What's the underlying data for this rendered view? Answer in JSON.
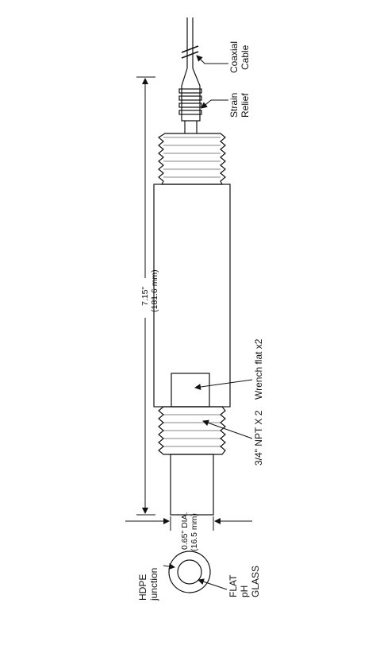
{
  "labels": {
    "coaxial_1": "Coaxial",
    "coaxial_2": "Cable",
    "strain_1": "Strain",
    "strain_2": "Relief",
    "length_in": "7.15\"",
    "length_mm": "(181.6 mm)",
    "wrench": "Wrench flat x2",
    "npt": "3/4\" NPT X 2",
    "dia_in": "0.65\" DIA.",
    "dia_mm": "(16.5 mm)",
    "hdpe_1": "HDPE",
    "hdpe_2": "junction",
    "flat_1": "FLAT",
    "flat_2": "pH",
    "flat_3": "GLASS"
  }
}
